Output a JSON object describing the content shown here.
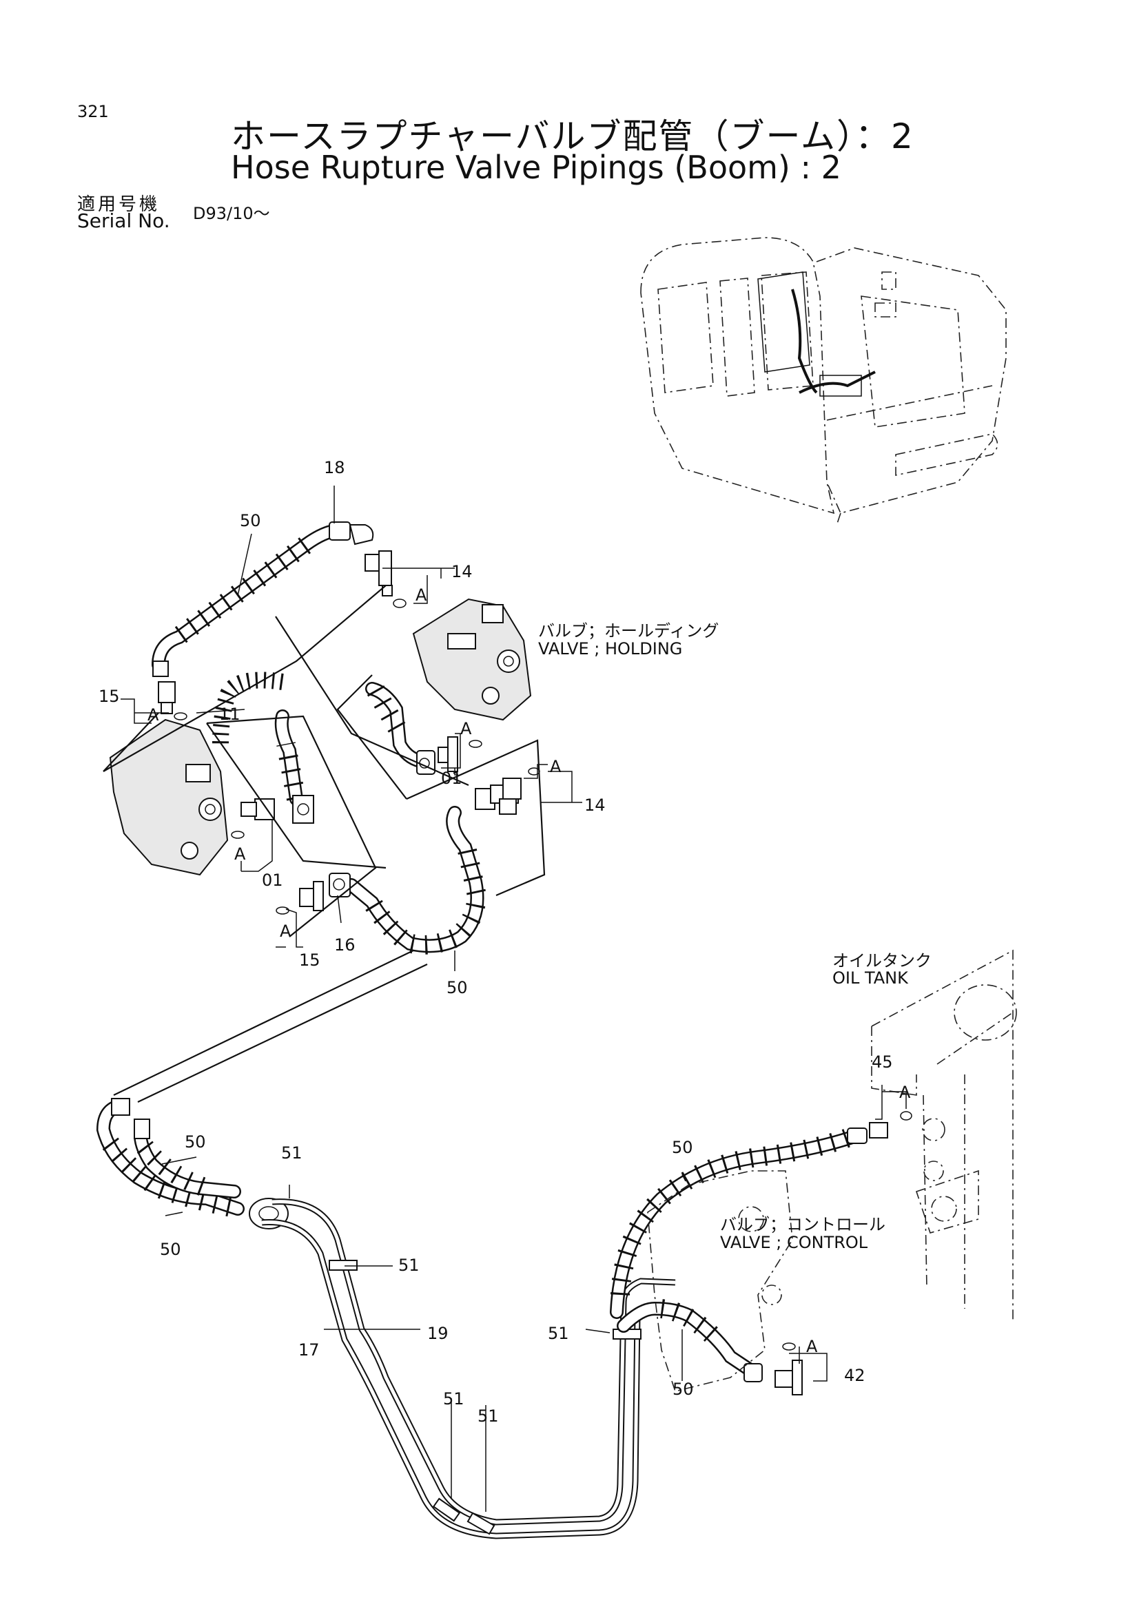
{
  "header": {
    "page_number": "321",
    "title_jp": "ホースラプチャーバルブ配管（ブーム）：2",
    "title_en": "Hose Rupture Valve Pipings (Boom) : 2",
    "serial_label_jp": "適用号機",
    "serial_label_en": "Serial No.",
    "serial_value": "D93/10～"
  },
  "labels": {
    "valve_holding_jp": "バルブ；ホールディング",
    "valve_holding_en": "VALVE ; HOLDING",
    "oil_tank_jp": "オイルタンク",
    "oil_tank_en": "OIL TANK",
    "valve_control_jp": "バルブ；コントロール",
    "valve_control_en": "VALVE ; CONTROL"
  },
  "callouts": {
    "p18": "18",
    "p50_top": "50",
    "p14_top": "14",
    "a_14_top": "A",
    "p15_left": "15",
    "a_15_left": "A",
    "p11": "11",
    "a_01_right": "A",
    "p01_right": "01",
    "a_14_right": "A",
    "p14_right": "14",
    "a_01_left": "A",
    "p01_left": "01",
    "a_15_bottom": "A",
    "p15_bottom": "15",
    "p16": "16",
    "p50_mid": "50",
    "p45": "45",
    "a_45": "A",
    "p50_left_a": "50",
    "p51_a": "51",
    "p50_left_b": "50",
    "p51_b": "51",
    "p50_right_a": "50",
    "p17": "17",
    "p19": "19",
    "p51_c": "51",
    "a_42": "A",
    "p42": "42",
    "p50_right_b": "50",
    "p51_d": "51",
    "p51_e": "51"
  }
}
